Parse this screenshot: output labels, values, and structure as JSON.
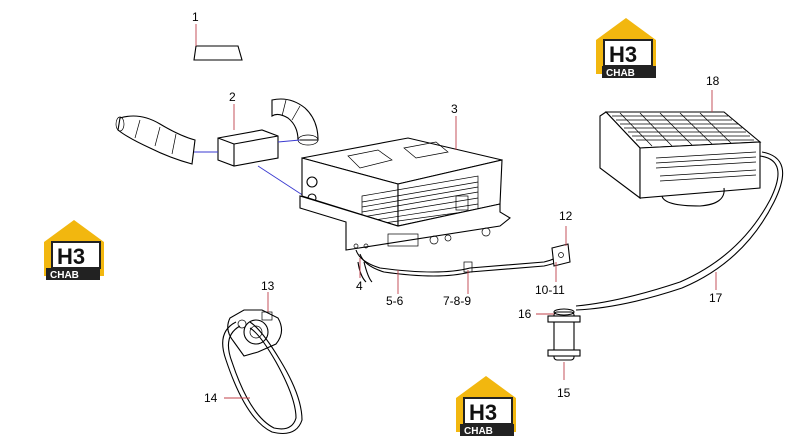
{
  "logo": {
    "mark": "H3",
    "text": "CHAB"
  },
  "callouts": {
    "c1": "1",
    "c2": "2",
    "c3": "3",
    "c4": "4",
    "c5_6": "5-6",
    "c7_8_9": "7-8-9",
    "c10_11": "10-11",
    "c12": "12",
    "c13": "13",
    "c14": "14",
    "c15": "15",
    "c16": "16",
    "c17": "17",
    "c18": "18"
  },
  "colors": {
    "leader": "#c0404a",
    "duct": "#3a3ad0",
    "logo_yellow": "#f2b70f",
    "logo_dark": "#222222"
  }
}
